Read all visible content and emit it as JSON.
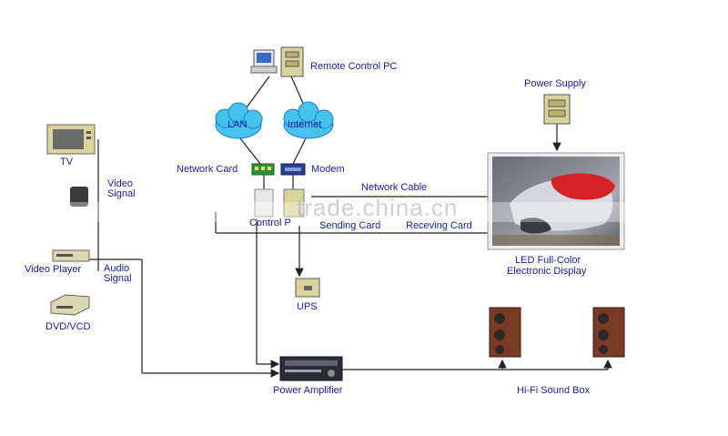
{
  "labels": {
    "remote_pc": "Remote Control PC",
    "lan": "LAN",
    "internet": "Internet",
    "network_card": "Network Card",
    "modem": "Modem",
    "network_cable": "Network Cable",
    "control_pc": "Control P",
    "sending_card": "Sending Card",
    "receiving_card": "Receving Card",
    "power_supply": "Power Supply",
    "led_line1": "LED Full-Color",
    "led_line2": "Electronic Display",
    "tv": "TV",
    "video_line1": "Video",
    "video_line2": "Signal",
    "video_player": "Video Player",
    "audio_line1": "Audio",
    "audio_line2": "Signal",
    "dvd": "DVD/VCD",
    "ups": "UPS",
    "power_amplifier": "Power Amplifier",
    "sound_box": "Hi-Fi Sound Box"
  },
  "watermark": "trade.china.cn",
  "colors": {
    "label": "#1b1b9a",
    "cloud": "#45c2ee",
    "line": "#222222",
    "device_beige": "#d8d2a0",
    "speaker": "#7a3b22"
  }
}
